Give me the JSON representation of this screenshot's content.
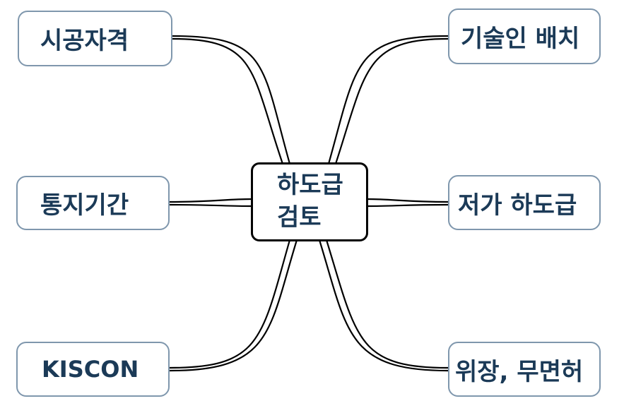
{
  "center": {
    "line1": "하도급",
    "line2": "검토"
  },
  "left": [
    {
      "label": "시공자격"
    },
    {
      "label": "통지기간"
    },
    {
      "label": "KISCON"
    }
  ],
  "right": [
    {
      "label": "기술인 배치"
    },
    {
      "label": "저가 하도급"
    },
    {
      "label": "위장, 무면허"
    }
  ],
  "colors": {
    "text": "#1b3a57",
    "node_border": "#7f97ad",
    "center_border": "#000000",
    "link": "#000000"
  }
}
